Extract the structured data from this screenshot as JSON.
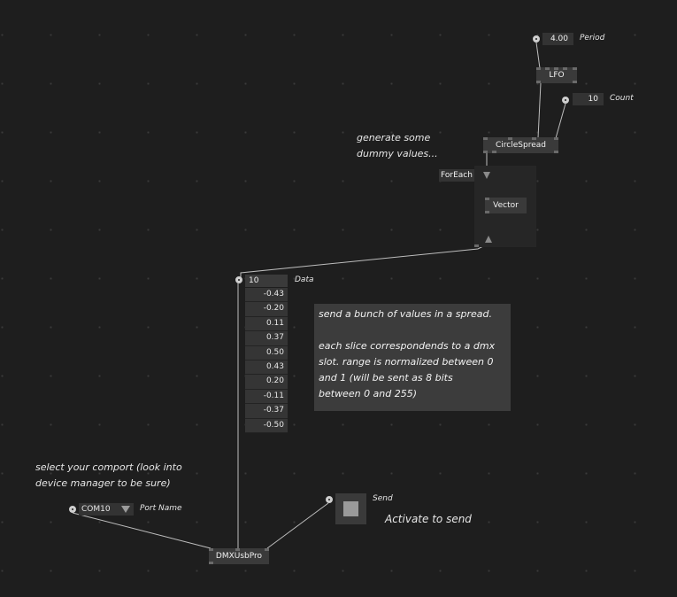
{
  "period": {
    "value": "4.00",
    "label": "Period"
  },
  "lfo": {
    "label": "LFO"
  },
  "count": {
    "value": "10",
    "label": "Count"
  },
  "circlespread": {
    "label": "CircleSpread"
  },
  "comment_generate": "generate some\ndummy values...",
  "foreach": {
    "label": "ForEach"
  },
  "vector": {
    "label": "Vector"
  },
  "data": {
    "label": "Data",
    "count": "10",
    "values": [
      "-0.43",
      "-0.20",
      "0.11",
      "0.37",
      "0.50",
      "0.43",
      "0.20",
      "-0.11",
      "-0.37",
      "-0.50"
    ]
  },
  "tooltip": "send a bunch of values in a spread.\n\neach slice correspondends to a dmx\nslot. range is normalized between 0\nand 1 (will be sent as 8 bits\nbetween 0 and 255)",
  "comport": {
    "comment": "select your comport (look into\ndevice manager to be sure)",
    "value": "COM10",
    "label": "Port Name"
  },
  "send": {
    "label": "Send",
    "hint": "Activate to send"
  },
  "dmx": {
    "label": "DMXUsbPro"
  },
  "colors": {
    "background": "#1e1e1e",
    "node": "#3a3a3a",
    "wire": "#bdbdbd"
  }
}
